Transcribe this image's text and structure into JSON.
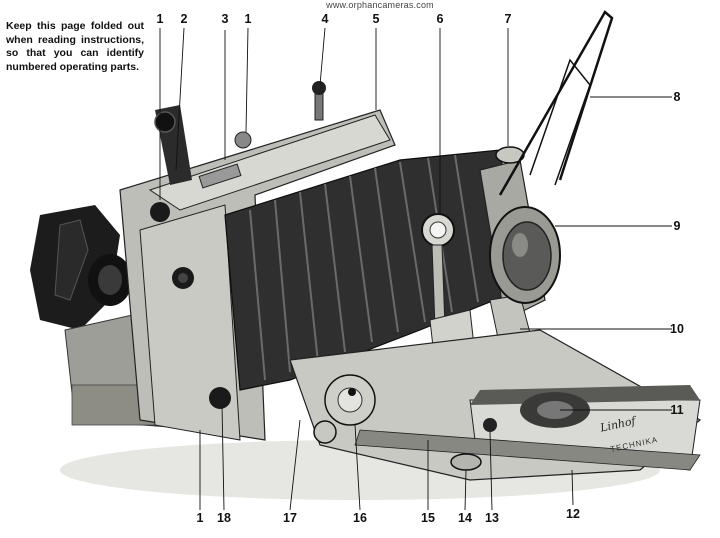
{
  "watermark": "www.orphancameras.com",
  "instructions": "Keep this page folded out when reading instructions, so that you can identify numbered operating parts.",
  "brand": {
    "script": "Linhof",
    "model": "TECHNIKA"
  },
  "callouts": {
    "top": [
      "1",
      "2",
      "3",
      "1",
      "4",
      "5",
      "6",
      "7"
    ],
    "right": [
      "8",
      "9",
      "10",
      "11"
    ],
    "bottom": [
      "1",
      "18",
      "17",
      "16",
      "15",
      "14",
      "13",
      "12"
    ]
  },
  "colors": {
    "body": "#b9b9b5",
    "bellows": "#2f2f2f",
    "dark": "#1a1a1a",
    "metal": "#d6d6d2",
    "line": "#111111"
  }
}
